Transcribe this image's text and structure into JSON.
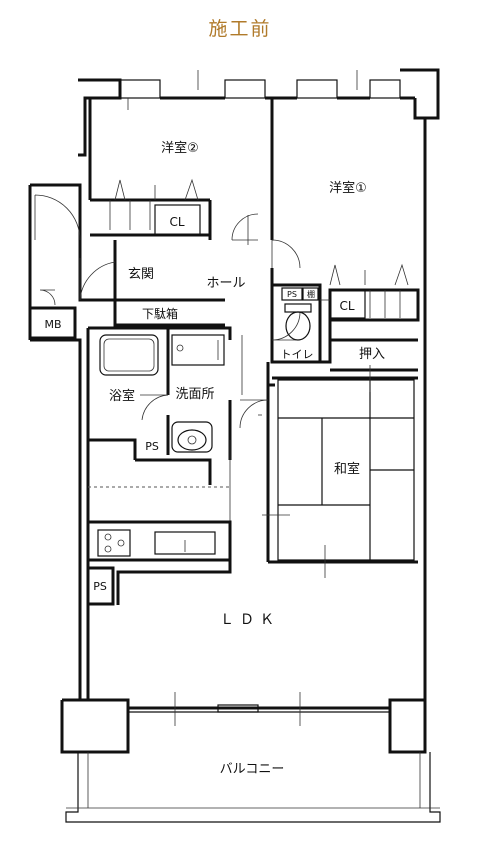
{
  "title": "施工前",
  "colors": {
    "title": "#b07a2a",
    "wall": "#111111"
  },
  "rooms": {
    "western2": "洋室②",
    "western1": "洋室①",
    "closet_a": "CL",
    "closet_b": "CL",
    "entrance": "玄関",
    "hall": "ホール",
    "shoe_box": "下駄箱",
    "mb": "MB",
    "ps_top": "PS",
    "shelf": "棚",
    "toilet": "トイレ",
    "oshiire": "押入",
    "bath": "浴室",
    "washroom": "洗面所",
    "ps_mid": "PS",
    "washitsu": "和室",
    "ps_low": "PS",
    "ldk": "ＬＤＫ",
    "balcony": "バルコニー"
  }
}
